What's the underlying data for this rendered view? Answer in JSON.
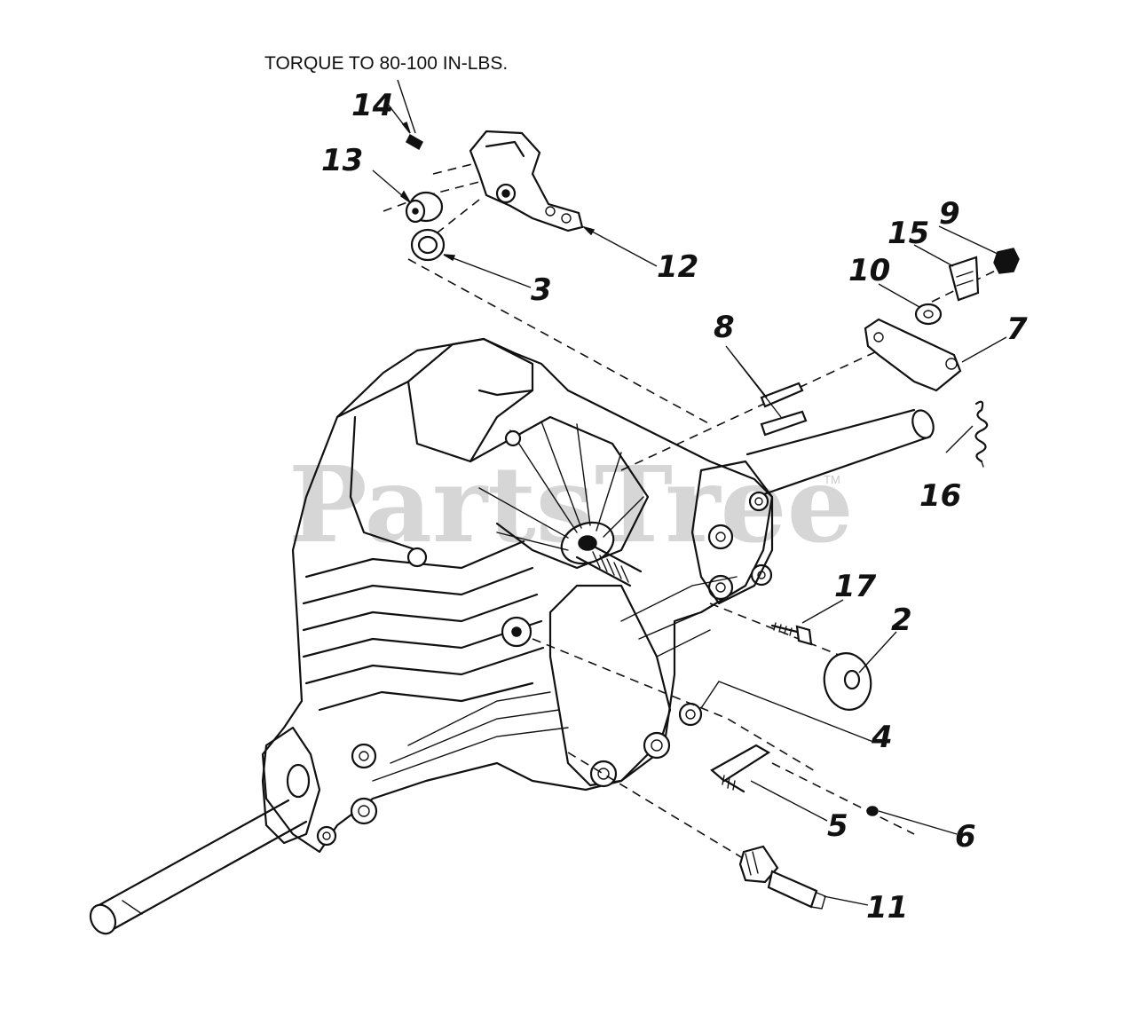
{
  "note": {
    "torque": "TORQUE TO 80-100 IN-LBS."
  },
  "watermark": {
    "text": "PartsTree",
    "trademark": "TM",
    "color": "#c9c9c9"
  },
  "callouts": {
    "c2": "2",
    "c3": "3",
    "c4": "4",
    "c5": "5",
    "c6": "6",
    "c7": "7",
    "c8": "8",
    "c9": "9",
    "c10": "10",
    "c11": "11",
    "c12": "12",
    "c13": "13",
    "c14": "14",
    "c15": "15",
    "c16": "16",
    "c17": "17"
  },
  "colors": {
    "ink": "#111111",
    "background": "#ffffff"
  }
}
